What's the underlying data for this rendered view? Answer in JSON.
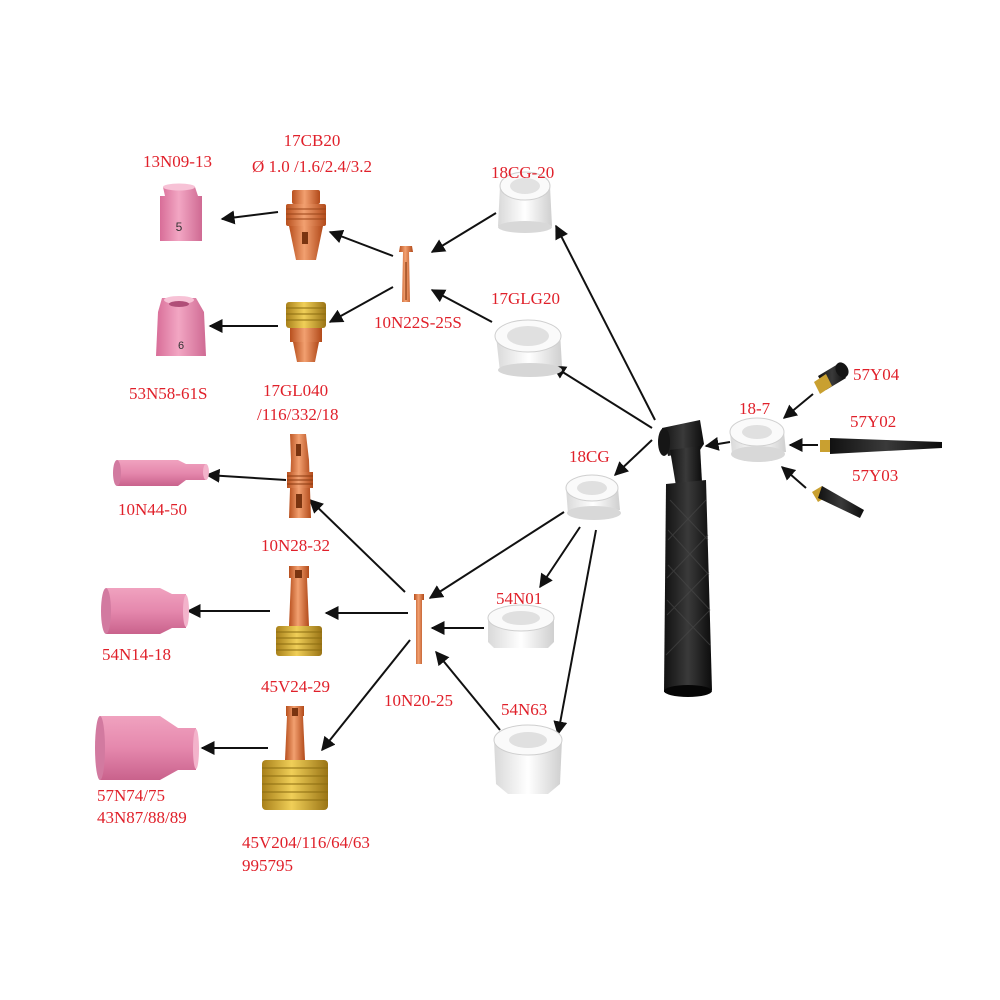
{
  "diagram": {
    "colors": {
      "label": "#e0202a",
      "arrow": "#111111",
      "ceramic_pink": "#e58aae",
      "ceramic_white": "#f4f4f4",
      "copper": "#e07a3c",
      "brass": "#d9b030",
      "handle": "#222222"
    },
    "labels": {
      "p_13N09_13": "13N09-13",
      "p_17CB20": "17CB20",
      "p_17CB20_sizes": "Ø 1.0 /1.6/2.4/3.2",
      "p_18CG_20": "18CG-20",
      "p_17GLG20": "17GLG20",
      "p_10N22S_25S": "10N22S-25S",
      "p_53N58_61S": "53N58-61S",
      "p_17GL040": "17GL040",
      "p_17GL040_var": "/116/332/18",
      "p_57Y04": "57Y04",
      "p_18_7": "18-7",
      "p_57Y02": "57Y02",
      "p_57Y03": "57Y03",
      "p_18CG": "18CG",
      "p_10N44_50": "10N44-50",
      "p_10N28_32": "10N28-32",
      "p_54N01": "54N01",
      "p_54N14_18": "54N14-18",
      "p_45V24_29": "45V24-29",
      "p_10N20_25": "10N20-25",
      "p_54N63": "54N63",
      "p_57N74_75": "57N74/75",
      "p_43N87": "43N87/88/89",
      "p_45V204": "45V204/116/64/63",
      "p_995795": "995795"
    },
    "cup_numbers": {
      "cup_5": "5",
      "cup_6": "6"
    }
  }
}
